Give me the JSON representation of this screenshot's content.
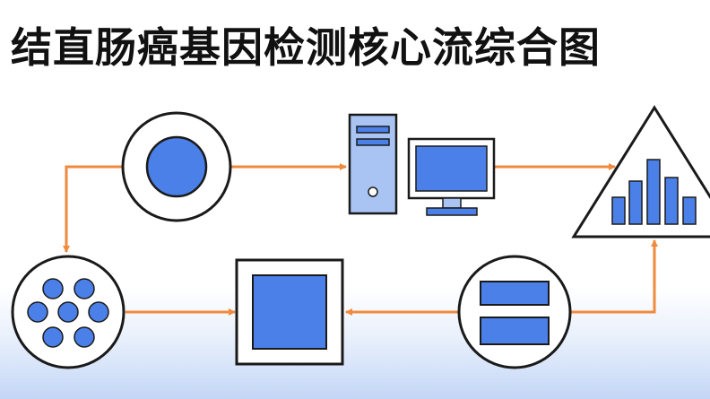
{
  "header": {
    "title": "结直肠癌基因检测核心流综合图"
  },
  "colors": {
    "accent_blue": "#4a80e8",
    "light_blue": "#a9c4f2",
    "node_stroke": "#1a1a1a",
    "arrow": "#f08a3c",
    "title": "#111111"
  },
  "diagram": {
    "nodes": [
      {
        "name": "sample-circle-node",
        "icon": "filled-circle-icon"
      },
      {
        "name": "computer-node",
        "icon": "desktop-computer-icon"
      },
      {
        "name": "analysis-triangle-node",
        "icon": "bar-chart-triangle-icon"
      },
      {
        "name": "cell-cluster-node",
        "icon": "cell-cluster-icon"
      },
      {
        "name": "square-frame-node",
        "icon": "filled-square-icon"
      },
      {
        "name": "report-circle-node",
        "icon": "stacked-bars-icon"
      }
    ],
    "connections": [
      {
        "from": "sample-circle-node",
        "to": "computer-node"
      },
      {
        "from": "computer-node",
        "to": "analysis-triangle-node"
      },
      {
        "from": "sample-circle-node",
        "to": "cell-cluster-node"
      },
      {
        "from": "cell-cluster-node",
        "to": "square-frame-node"
      },
      {
        "from": "report-circle-node",
        "to": "square-frame-node"
      },
      {
        "from": "report-circle-node",
        "to": "analysis-triangle-node"
      }
    ]
  }
}
